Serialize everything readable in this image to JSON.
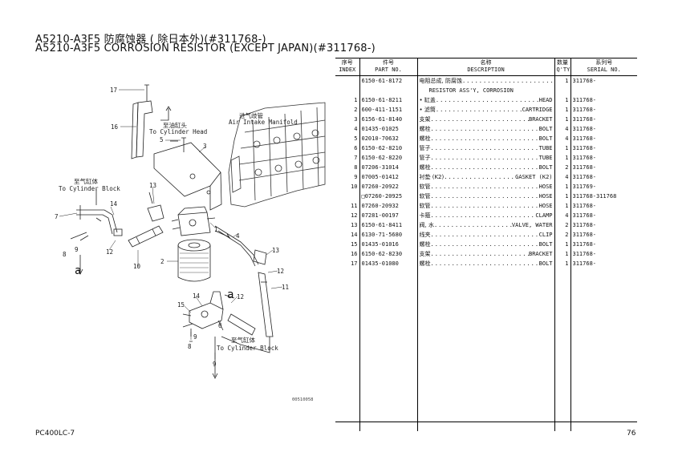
{
  "title_zh": "A5210-A3F5 防腐蚀器 ( 除日本外)(#311768-)",
  "title_en": "A5210-A3F5 CORROSION RESISTOR (EXCEPT JAPAN)(#311768-)",
  "table": {
    "headers": [
      {
        "zh": "序号",
        "en": "INDEX"
      },
      {
        "zh": "件号",
        "en": "PART NO."
      },
      {
        "zh": "名称",
        "en": "DESCRIPTION"
      },
      {
        "zh": "数量",
        "en": "Q'TY"
      },
      {
        "zh": "系列号",
        "en": "SERIAL NO."
      }
    ],
    "rows": [
      {
        "index": "",
        "part": "6150-61-8172",
        "zh": "电阻总成, 防腐蚀",
        "en": "",
        "qty": "1",
        "serial": "311768-"
      },
      {
        "index": "",
        "part": "",
        "zh": "",
        "en": "RESISTOR ASS'Y, CORROSION",
        "qty": "",
        "serial": ""
      },
      {
        "index": "1",
        "part": "6150-61-8211",
        "zh": "• 缸盖",
        "en": "HEAD",
        "qty": "1",
        "serial": "311768-"
      },
      {
        "index": "2",
        "part": "600-411-1151",
        "zh": "• 滤筒",
        "en": "CARTRIDGE",
        "qty": "1",
        "serial": "311768-"
      },
      {
        "index": "3",
        "part": "6156-61-8140",
        "zh": "支架",
        "en": "BRACKET",
        "qty": "1",
        "serial": "311768-"
      },
      {
        "index": "4",
        "part": "01435-01025",
        "zh": "螺栓",
        "en": "BOLT",
        "qty": "4",
        "serial": "311768-"
      },
      {
        "index": "5",
        "part": "02010-70632",
        "zh": "螺栓",
        "en": "BOLT",
        "qty": "4",
        "serial": "311768-"
      },
      {
        "index": "6",
        "part": "6150-62-8210",
        "zh": "管子",
        "en": "TUBE",
        "qty": "1",
        "serial": "311768-"
      },
      {
        "index": "7",
        "part": "6150-62-8220",
        "zh": "管子",
        "en": "TUBE",
        "qty": "1",
        "serial": "311768-"
      },
      {
        "index": "8",
        "part": "07206-31014",
        "zh": "螺栓",
        "en": "BOLT",
        "qty": "2",
        "serial": "311768-"
      },
      {
        "index": "9",
        "part": "07005-01412",
        "zh": "衬垫 (K2)",
        "en": "GASKET (K2)",
        "qty": "4",
        "serial": "311768-"
      },
      {
        "index": "10",
        "part": "07260-20922",
        "zh": "软管",
        "en": "HOSE",
        "qty": "1",
        "serial": "311769-"
      },
      {
        "index": "",
        "part": "□07260-20925",
        "zh": "软管",
        "en": "HOSE",
        "qty": "1",
        "serial": "311768-311768"
      },
      {
        "index": "11",
        "part": "07260-20932",
        "zh": "软管",
        "en": "HOSE",
        "qty": "1",
        "serial": "311768-"
      },
      {
        "index": "12",
        "part": "07281-00197",
        "zh": "卡箍",
        "en": "CLAMP",
        "qty": "4",
        "serial": "311768-"
      },
      {
        "index": "13",
        "part": "6150-61-8411",
        "zh": "阀, 水",
        "en": "VALVE, WATER",
        "qty": "2",
        "serial": "311768-"
      },
      {
        "index": "14",
        "part": "6130-71-5680",
        "zh": "线夹",
        "en": "CLIP",
        "qty": "2",
        "serial": "311768-"
      },
      {
        "index": "15",
        "part": "01435-01016",
        "zh": "螺栓",
        "en": "BOLT",
        "qty": "1",
        "serial": "311768-"
      },
      {
        "index": "16",
        "part": "6150-62-8230",
        "zh": "支架",
        "en": "BRACKET",
        "qty": "1",
        "serial": "311768-"
      },
      {
        "index": "17",
        "part": "01435-01080",
        "zh": "螺栓",
        "en": "BOLT",
        "qty": "1",
        "serial": "311768-"
      }
    ]
  },
  "diagram": {
    "labels": {
      "cyl_head_zh": "至油缸头",
      "cyl_head_en": "To Cylinder Head",
      "intake_zh": "进气歧管",
      "intake_en": "Air Intake Manifold",
      "cyl_block1_zh": "至气缸体",
      "cyl_block1_en": "To Cylinder Block",
      "cyl_block2_zh": "至气缸体",
      "cyl_block2_en": "To Cylinder Block"
    },
    "callouts": [
      "17",
      "16",
      "5",
      "3",
      "13",
      "14",
      "7",
      "8",
      "9",
      "12",
      "10",
      "2",
      "1",
      "4",
      "13",
      "12",
      "11",
      "14",
      "12",
      "15",
      "6",
      "8",
      "9",
      "9",
      "a",
      "a"
    ],
    "code": "00510058"
  },
  "footer": {
    "model": "PC400LC-7",
    "page": "76"
  }
}
